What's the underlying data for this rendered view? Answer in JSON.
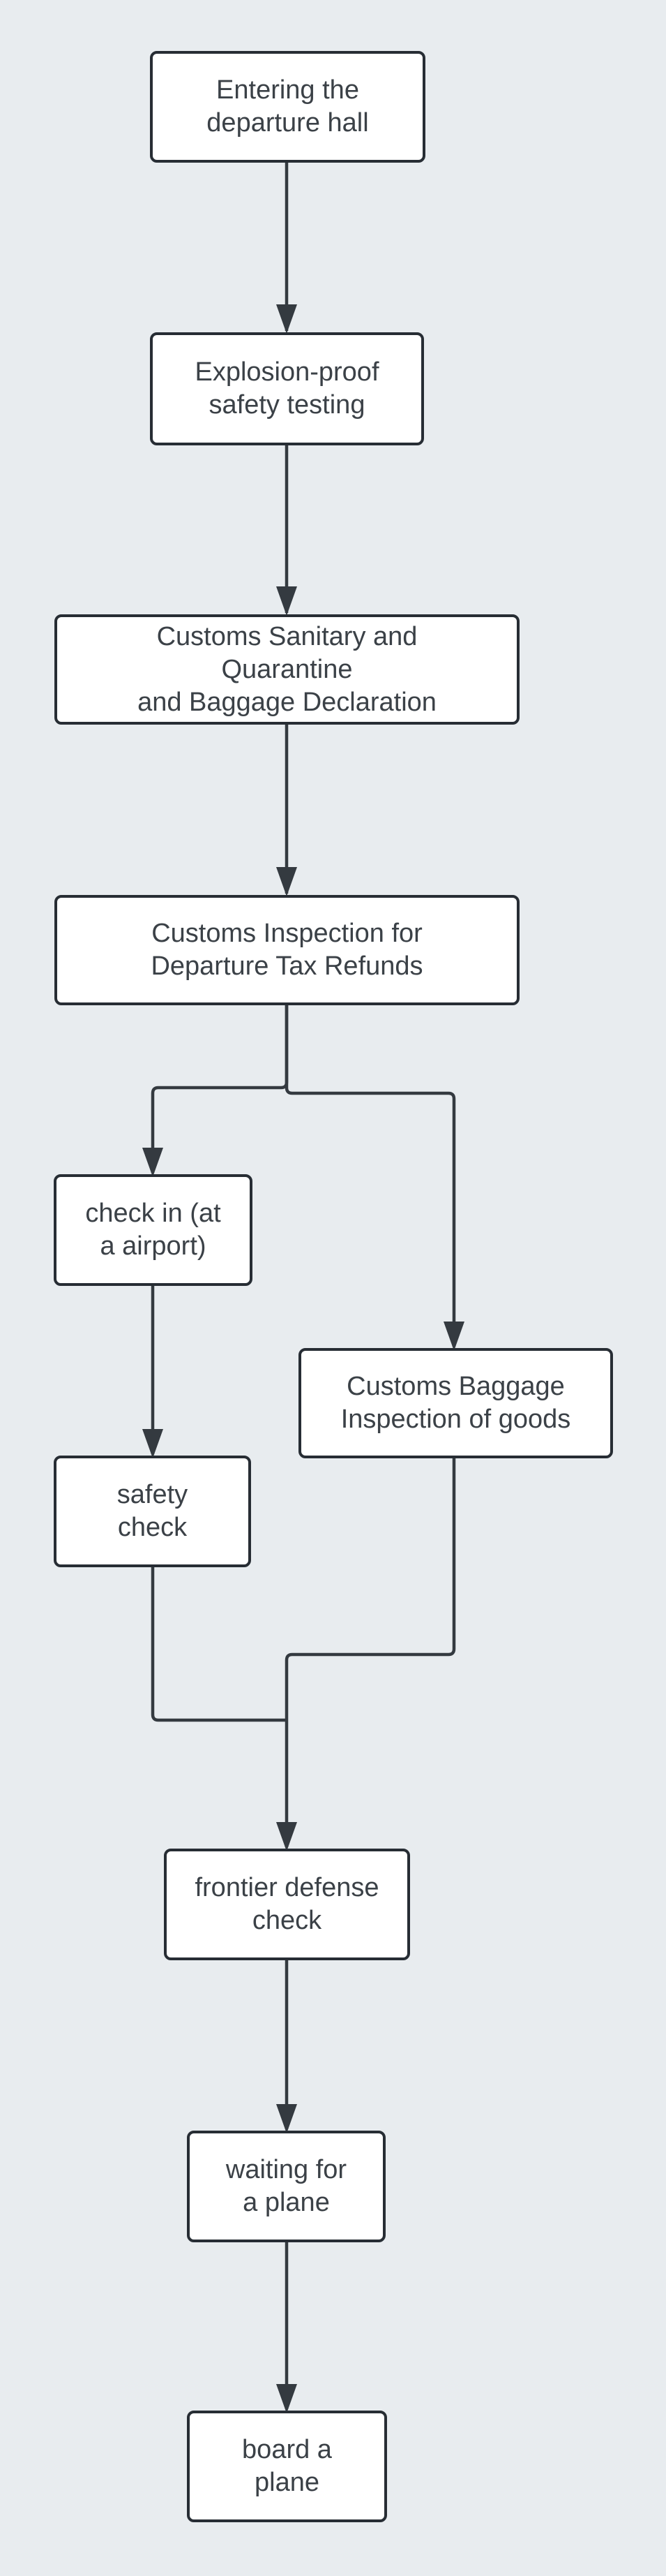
{
  "diagram_type": "flowchart",
  "colors": {
    "background": "#e8ecef",
    "node-fill": "#ffffff",
    "node-border": "#272d34",
    "edge": "#343a40",
    "text": "#3b4147"
  },
  "nodes": [
    {
      "id": "entering-departure-hall",
      "lines": [
        "Entering the",
        "departure hall"
      ]
    },
    {
      "id": "explosion-proof-safety-testing",
      "lines": [
        "Explosion-proof",
        "safety testing"
      ]
    },
    {
      "id": "customs-sanitary-quarantine",
      "lines": [
        "Customs Sanitary and",
        "Quarantine",
        "and Baggage Declaration"
      ]
    },
    {
      "id": "customs-inspection-tax-refunds",
      "lines": [
        "Customs Inspection for",
        "Departure Tax Refunds"
      ]
    },
    {
      "id": "check-in",
      "lines": [
        "check in (at",
        "a airport)"
      ]
    },
    {
      "id": "customs-baggage-inspection",
      "lines": [
        "Customs Baggage",
        "Inspection of goods"
      ]
    },
    {
      "id": "safety-check",
      "lines": [
        "safety",
        "check"
      ]
    },
    {
      "id": "frontier-defense-check",
      "lines": [
        "frontier defense",
        "check"
      ]
    },
    {
      "id": "waiting-for-a-plane",
      "lines": [
        "waiting for",
        "a plane"
      ]
    },
    {
      "id": "board-a-plane",
      "lines": [
        "board a",
        "plane"
      ]
    }
  ],
  "edges": [
    {
      "from": "entering-departure-hall",
      "to": "explosion-proof-safety-testing",
      "arrow": true
    },
    {
      "from": "explosion-proof-safety-testing",
      "to": "customs-sanitary-quarantine",
      "arrow": true
    },
    {
      "from": "customs-sanitary-quarantine",
      "to": "customs-inspection-tax-refunds",
      "arrow": true
    },
    {
      "from": "customs-inspection-tax-refunds",
      "to": "check-in",
      "arrow": true
    },
    {
      "from": "customs-inspection-tax-refunds",
      "to": "customs-baggage-inspection",
      "arrow": true
    },
    {
      "from": "check-in",
      "to": "safety-check",
      "arrow": true
    },
    {
      "from": "customs-baggage-inspection",
      "to": "frontier-defense-check",
      "arrow": true
    },
    {
      "from": "safety-check",
      "to": "frontier-defense-check",
      "arrow": false
    },
    {
      "from": "frontier-defense-check",
      "to": "waiting-for-a-plane",
      "arrow": true
    },
    {
      "from": "waiting-for-a-plane",
      "to": "board-a-plane",
      "arrow": true
    }
  ]
}
